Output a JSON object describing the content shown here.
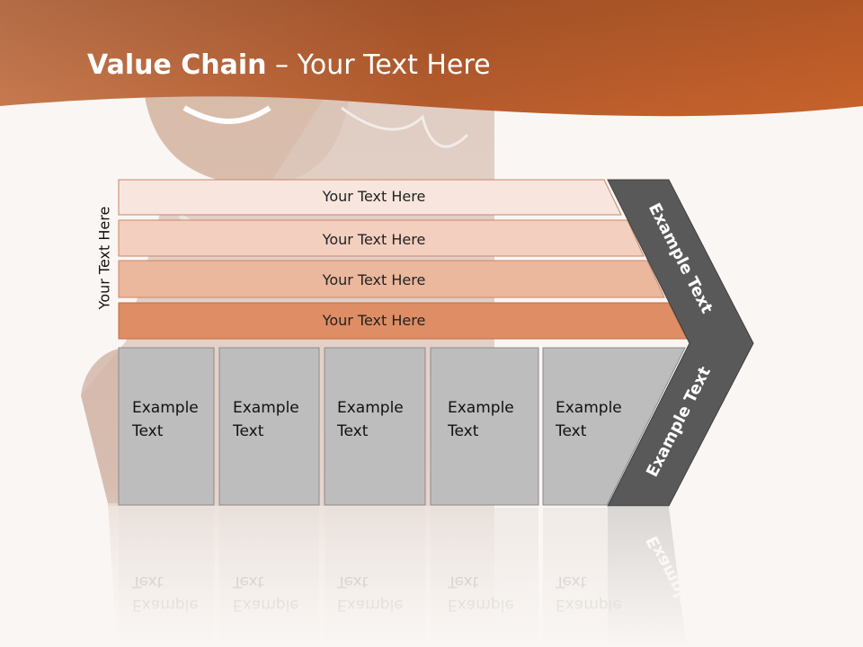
{
  "slide": {
    "title_bold": "Value Chain",
    "title_rest": " – Your Text Here",
    "side_label": "Your Text Here",
    "colors": {
      "header": "#c0612c",
      "bar_1": "#f8e6de",
      "bar_2": "#f3cfbf",
      "bar_3": "#ebb79d",
      "bar_4": "#de8d65",
      "box_fill": "#bdbdbd",
      "chevron": "#595959"
    }
  },
  "bars": [
    {
      "label": "Your Text Here"
    },
    {
      "label": "Your Text Here"
    },
    {
      "label": "Your Text Here"
    },
    {
      "label": "Your Text Here"
    }
  ],
  "boxes": [
    {
      "line1": "Example",
      "line2": "Text"
    },
    {
      "line1": "Example",
      "line2": "Text"
    },
    {
      "line1": "Example",
      "line2": "Text"
    },
    {
      "line1": "Example",
      "line2": "Text"
    },
    {
      "line1": "Example",
      "line2": "Text"
    }
  ],
  "chevron": {
    "upper_label": "Example Text",
    "lower_label": "Example Text"
  }
}
